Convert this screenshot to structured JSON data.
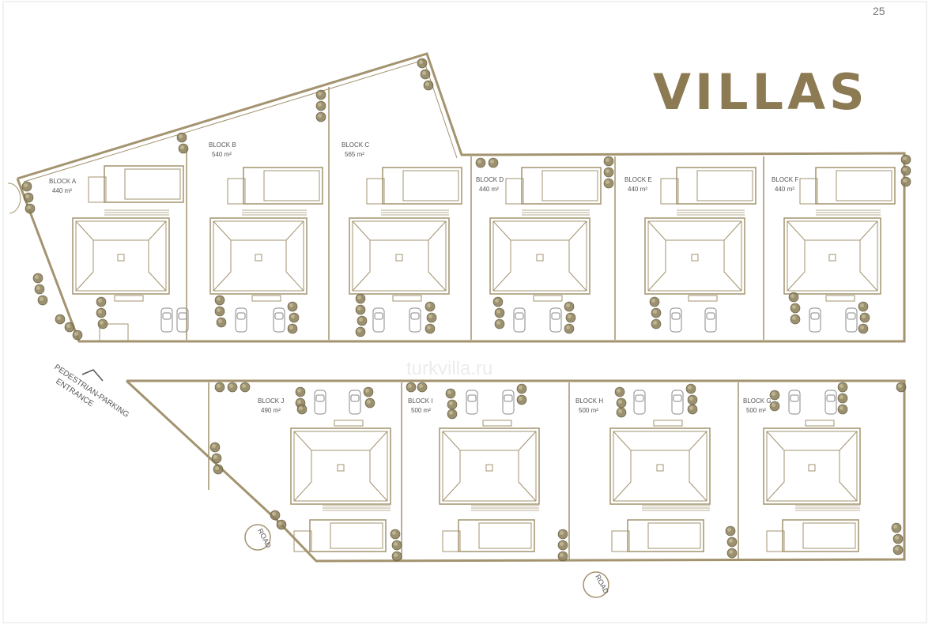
{
  "page_number": "25",
  "title": "VILLAS",
  "entrance_label_1": "PEDESTRIAN-PARKING",
  "entrance_label_2": "ENTRANCE",
  "road_label": "ROAD",
  "watermark": "turkvilla.ru",
  "colors": {
    "line": "#a3936f",
    "tree": "#8a7e58",
    "title": "#8c7a52",
    "text": "#555555"
  },
  "blocks": [
    {
      "id": "A",
      "name": "BLOCK A",
      "area": "440 m²"
    },
    {
      "id": "B",
      "name": "BLOCK B",
      "area": "540 m²"
    },
    {
      "id": "C",
      "name": "BLOCK C",
      "area": "565 m²"
    },
    {
      "id": "D",
      "name": "BLOCK D",
      "area": "440 m²"
    },
    {
      "id": "E",
      "name": "BLOCK E",
      "area": "440 m²"
    },
    {
      "id": "F",
      "name": "BLOCK F",
      "area": "440 m²"
    },
    {
      "id": "J",
      "name": "BLOCK J",
      "area": "490 m²"
    },
    {
      "id": "I",
      "name": "BLOCK I",
      "area": "500 m²"
    },
    {
      "id": "H",
      "name": "BLOCK H",
      "area": "500 m²"
    },
    {
      "id": "G",
      "name": "BLOCK G",
      "area": "500 m²"
    }
  ]
}
